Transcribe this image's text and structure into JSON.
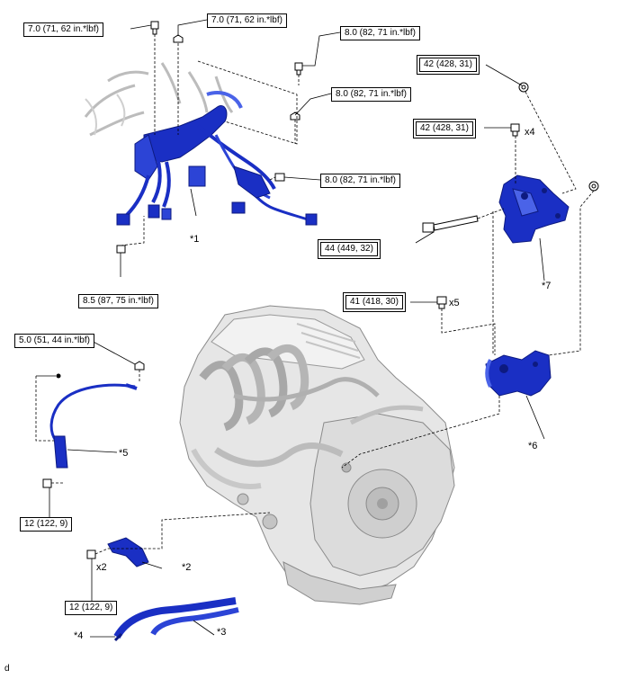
{
  "torque_labels": {
    "t1": "7.0 (71, 62 in.*lbf)",
    "t2": "7.0 (71, 62 in.*lbf)",
    "t3": "8.0 (82, 71 in.*lbf)",
    "t4": "8.0 (82, 71 in.*lbf)",
    "t5": "8.0 (82, 71 in.*lbf)",
    "t6": "8.5 (87, 75 in.*lbf)",
    "t7": "42 (428, 31)",
    "t8": "42 (428, 31)",
    "t9": "44 (449, 32)",
    "t10": "41 (418, 30)",
    "t11": "5.0 (51, 44 in.*lbf)",
    "t12": "12 (122, 9)",
    "t13": "12 (122, 9)"
  },
  "part_labels": {
    "p1": "*1",
    "p2": "*2",
    "p3": "*3",
    "p4": "*4",
    "p5": "*5",
    "p6": "*6",
    "p7": "*7"
  },
  "quantity_labels": {
    "q1": "x4",
    "q2": "x5",
    "q3": "x2"
  },
  "corner_mark": "d",
  "colors": {
    "part_blue": "#1a2fc4",
    "part_blue_light": "#4a63e8",
    "engine_gray": "#d9d9d9",
    "engine_dark": "#9a9a9a"
  }
}
